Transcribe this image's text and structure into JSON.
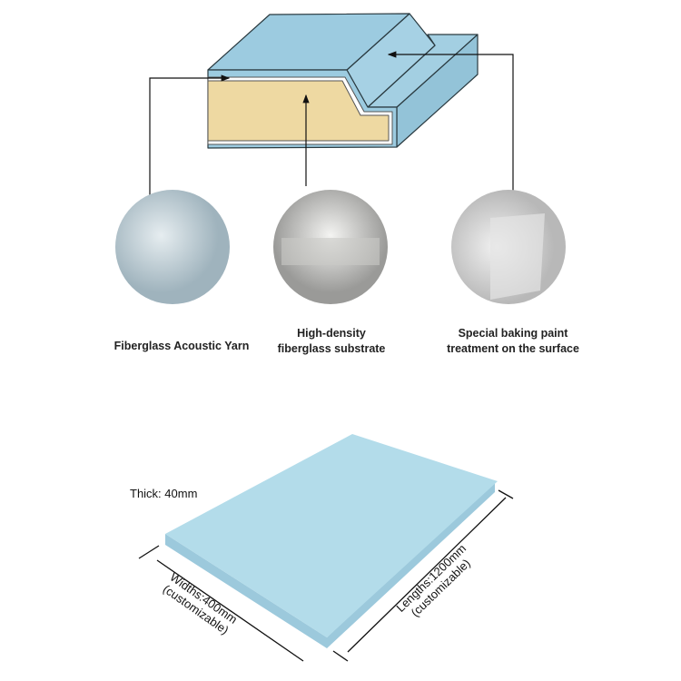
{
  "layers": [
    {
      "label": "Fiberglass Acoustic Yarn"
    },
    {
      "label_line1": "High-density",
      "label_line2": "fiberglass substrate"
    },
    {
      "label_line1": "Special baking paint",
      "label_line2": "treatment on the surface"
    }
  ],
  "dimensions": {
    "thick": "Thick: 40mm",
    "width_line1": "Widths:400mm",
    "width_line2": "(customizable)",
    "length_line1": "Lengths:1200mm",
    "length_line2": "(customizable)"
  },
  "colors": {
    "panel_blue": "#9ccbe0",
    "board_blue": "#b3dcea",
    "core_beige": "#eed9a2"
  }
}
